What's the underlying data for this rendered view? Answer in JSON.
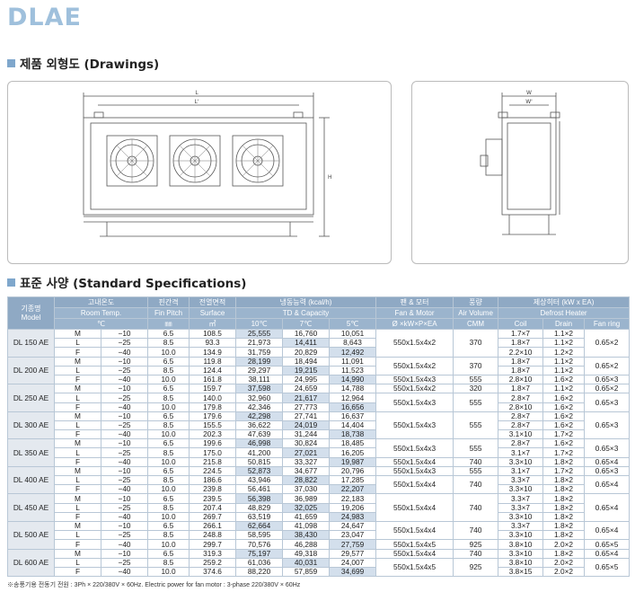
{
  "title": "DLAE",
  "sections": {
    "drawings": "제품 외형도 (Drawings)",
    "specs": "표준 사양 (Standard Specifications)"
  },
  "drawing_labels": {
    "L": "L",
    "L1": "L'",
    "H": "H",
    "W": "W",
    "W1": "W'"
  },
  "headers": {
    "model_ko": "기종명",
    "model_en": "Model",
    "room_ko": "고내온도",
    "room_en": "Room Temp.",
    "room_unit": "℃",
    "fin_ko": "핀간격",
    "fin_en": "Fin Pitch",
    "fin_unit": "㎜",
    "surf_ko": "전열면적",
    "surf_en": "Surface",
    "surf_unit": "㎡",
    "cap_ko": "냉동능력 (kcal/h)",
    "cap_en": "TD & Capacity",
    "td10": "10℃",
    "td7": "7℃",
    "td5": "5℃",
    "fan_ko": "팬 & 모터",
    "fan_en": "Fan & Motor",
    "fan_unit": "Ø ×kW×P×EA",
    "air_ko": "풍량",
    "air_en": "Air Volume",
    "air_unit": "CMM",
    "defrost_ko": "제상히터 (kW x EA)",
    "defrost_en": "Defrost Heater",
    "coil": "Coil",
    "drain": "Drain",
    "fanring": "Fan ring"
  },
  "rows": [
    {
      "g": "M",
      "t": "−10",
      "fp": "6.5",
      "s": "108.5",
      "c10": "25,555",
      "c7": "16,760",
      "c5": "10,051",
      "coil": "1.7×7",
      "drain": "1.1×2"
    },
    {
      "g": "L",
      "t": "−25",
      "fp": "8.5",
      "s": "93.3",
      "c10": "21,973",
      "c7": "14,411",
      "c5": "8,643",
      "coil": "1.8×7",
      "drain": "1.1×2"
    },
    {
      "g": "F",
      "t": "−40",
      "fp": "10.0",
      "s": "134.9",
      "c10": "31,759",
      "c7": "20,829",
      "c5": "12,492",
      "coil": "2.2×10",
      "drain": "1.2×2"
    },
    {
      "g": "M",
      "t": "−10",
      "fp": "6.5",
      "s": "119.8",
      "c10": "28,199",
      "c7": "18,494",
      "c5": "11,091",
      "coil": "1.8×7",
      "drain": "1.1×2"
    },
    {
      "g": "L",
      "t": "−25",
      "fp": "8.5",
      "s": "124.4",
      "c10": "29,297",
      "c7": "19,215",
      "c5": "11,523",
      "coil": "1.8×7",
      "drain": "1.1×2"
    },
    {
      "g": "F",
      "t": "−40",
      "fp": "10.0",
      "s": "161.8",
      "c10": "38,111",
      "c7": "24,995",
      "c5": "14,990",
      "coil": "2.8×10",
      "drain": "1.6×2"
    },
    {
      "g": "M",
      "t": "−10",
      "fp": "6.5",
      "s": "159.7",
      "c10": "37,598",
      "c7": "24,659",
      "c5": "14,788",
      "coil": "1.8×7",
      "drain": "1.1×2"
    },
    {
      "g": "L",
      "t": "−25",
      "fp": "8.5",
      "s": "140.0",
      "c10": "32,960",
      "c7": "21,617",
      "c5": "12,964",
      "coil": "2.8×7",
      "drain": "1.6×2"
    },
    {
      "g": "F",
      "t": "−40",
      "fp": "10.0",
      "s": "179.8",
      "c10": "42,346",
      "c7": "27,773",
      "c5": "16,656",
      "coil": "2.8×10",
      "drain": "1.6×2"
    },
    {
      "g": "M",
      "t": "−10",
      "fp": "6.5",
      "s": "179.6",
      "c10": "42,298",
      "c7": "27,741",
      "c5": "16,637",
      "coil": "2.8×7",
      "drain": "1.6×2"
    },
    {
      "g": "L",
      "t": "−25",
      "fp": "8.5",
      "s": "155.5",
      "c10": "36,622",
      "c7": "24,019",
      "c5": "14,404",
      "coil": "2.8×7",
      "drain": "1.6×2"
    },
    {
      "g": "F",
      "t": "−40",
      "fp": "10.0",
      "s": "202.3",
      "c10": "47,639",
      "c7": "31,244",
      "c5": "18,738",
      "coil": "3.1×10",
      "drain": "1.7×2"
    },
    {
      "g": "M",
      "t": "−10",
      "fp": "6.5",
      "s": "199.6",
      "c10": "46,998",
      "c7": "30,824",
      "c5": "18,485",
      "coil": "2.8×7",
      "drain": "1.6×2"
    },
    {
      "g": "L",
      "t": "−25",
      "fp": "8.5",
      "s": "175.0",
      "c10": "41,200",
      "c7": "27,021",
      "c5": "16,205",
      "coil": "3.1×7",
      "drain": "1.7×2"
    },
    {
      "g": "F",
      "t": "−40",
      "fp": "10.0",
      "s": "215.8",
      "c10": "50,815",
      "c7": "33,327",
      "c5": "19,987",
      "coil": "3.3×10",
      "drain": "1.8×2"
    },
    {
      "g": "M",
      "t": "−10",
      "fp": "6.5",
      "s": "224.5",
      "c10": "52,873",
      "c7": "34,677",
      "c5": "20,796",
      "coil": "3.1×7",
      "drain": "1.7×2"
    },
    {
      "g": "L",
      "t": "−25",
      "fp": "8.5",
      "s": "186.6",
      "c10": "43,946",
      "c7": "28,822",
      "c5": "17,285",
      "coil": "3.3×7",
      "drain": "1.8×2"
    },
    {
      "g": "F",
      "t": "−40",
      "fp": "10.0",
      "s": "239.8",
      "c10": "56,461",
      "c7": "37,030",
      "c5": "22,207",
      "coil": "3.3×10",
      "drain": "1.8×2"
    },
    {
      "g": "M",
      "t": "−10",
      "fp": "6.5",
      "s": "239.5",
      "c10": "56,398",
      "c7": "36,989",
      "c5": "22,183",
      "coil": "3.3×7",
      "drain": "1.8×2"
    },
    {
      "g": "L",
      "t": "−25",
      "fp": "8.5",
      "s": "207.4",
      "c10": "48,829",
      "c7": "32,025",
      "c5": "19,206",
      "coil": "3.3×7",
      "drain": "1.8×2"
    },
    {
      "g": "F",
      "t": "−40",
      "fp": "10.0",
      "s": "269.7",
      "c10": "63,519",
      "c7": "41,659",
      "c5": "24,983",
      "coil": "3.3×10",
      "drain": "1.8×2"
    },
    {
      "g": "M",
      "t": "−10",
      "fp": "6.5",
      "s": "266.1",
      "c10": "62,664",
      "c7": "41,098",
      "c5": "24,647",
      "coil": "3.3×7",
      "drain": "1.8×2"
    },
    {
      "g": "L",
      "t": "−25",
      "fp": "8.5",
      "s": "248.8",
      "c10": "58,595",
      "c7": "38,430",
      "c5": "23,047",
      "coil": "3.3×10",
      "drain": "1.8×2"
    },
    {
      "g": "F",
      "t": "−40",
      "fp": "10.0",
      "s": "299.7",
      "c10": "70,576",
      "c7": "46,288",
      "c5": "27,759",
      "coil": "3.8×10",
      "drain": "2.0×2"
    },
    {
      "g": "M",
      "t": "−10",
      "fp": "6.5",
      "s": "319.3",
      "c10": "75,197",
      "c7": "49,318",
      "c5": "29,577",
      "coil": "3.3×10",
      "drain": "1.8×2"
    },
    {
      "g": "L",
      "t": "−25",
      "fp": "8.5",
      "s": "259.2",
      "c10": "61,036",
      "c7": "40,031",
      "c5": "24,007",
      "coil": "3.8×10",
      "drain": "2.0×2"
    },
    {
      "g": "F",
      "t": "−40",
      "fp": "10.0",
      "s": "374.6",
      "c10": "88,220",
      "c7": "57,859",
      "c5": "34,699",
      "coil": "3.8×15",
      "drain": "2.0×2"
    }
  ],
  "models": [
    "DL 150 AE",
    "DL 200 AE",
    "DL 250 AE",
    "DL 300 AE",
    "DL 350 AE",
    "DL 400 AE",
    "DL 450 AE",
    "DL 500 AE",
    "DL 600 AE"
  ],
  "fan": {
    "r0": "550x1.5x4x2",
    "r3a": "550x1.5x4x2",
    "r5": "550x1.5x4x3",
    "r6": "550x1.5x4x2",
    "r7": "550x1.5x4x3",
    "r9": "550x1.5x4x3",
    "r12": "550x1.5x4x3",
    "r14": "550x1.5x4x4",
    "r15": "550x1.5x4x3",
    "r16": "550x1.5x4x4",
    "r18": "550x1.5x4x4",
    "r21": "550x1.5x4x4",
    "r23": "550x1.5x4x5",
    "r24": "550x1.5x4x4",
    "r25": "550x1.5x4x5"
  },
  "air": {
    "r0": "370",
    "r3a": "370",
    "r5": "555",
    "r6": "320",
    "r7": "555",
    "r9": "555",
    "r12": "555",
    "r14": "740",
    "r15": "555",
    "r16": "740",
    "r18": "740",
    "r21": "740",
    "r23": "925",
    "r24": "740",
    "r25": "925"
  },
  "fanring": {
    "r0": "0.65×2",
    "r3a": "0.65×2",
    "r5": "0.65×3",
    "r6": "0.65×2",
    "r7": "0.65×3",
    "r9": "0.65×3",
    "r12": "0.65×3",
    "r14": "0.65×4",
    "r15": "0.65×3",
    "r16": "0.65×4",
    "r18": "0.65×4",
    "r21": "0.65×4",
    "r23": "0.65×5",
    "r24": "0.65×4",
    "r25": "0.65×5"
  },
  "note": "※송풍기용 전동기 전원 : 3Ph × 220/380V × 60Hz. Electric power for fan motor : 3-phase 220/380V × 60Hz"
}
